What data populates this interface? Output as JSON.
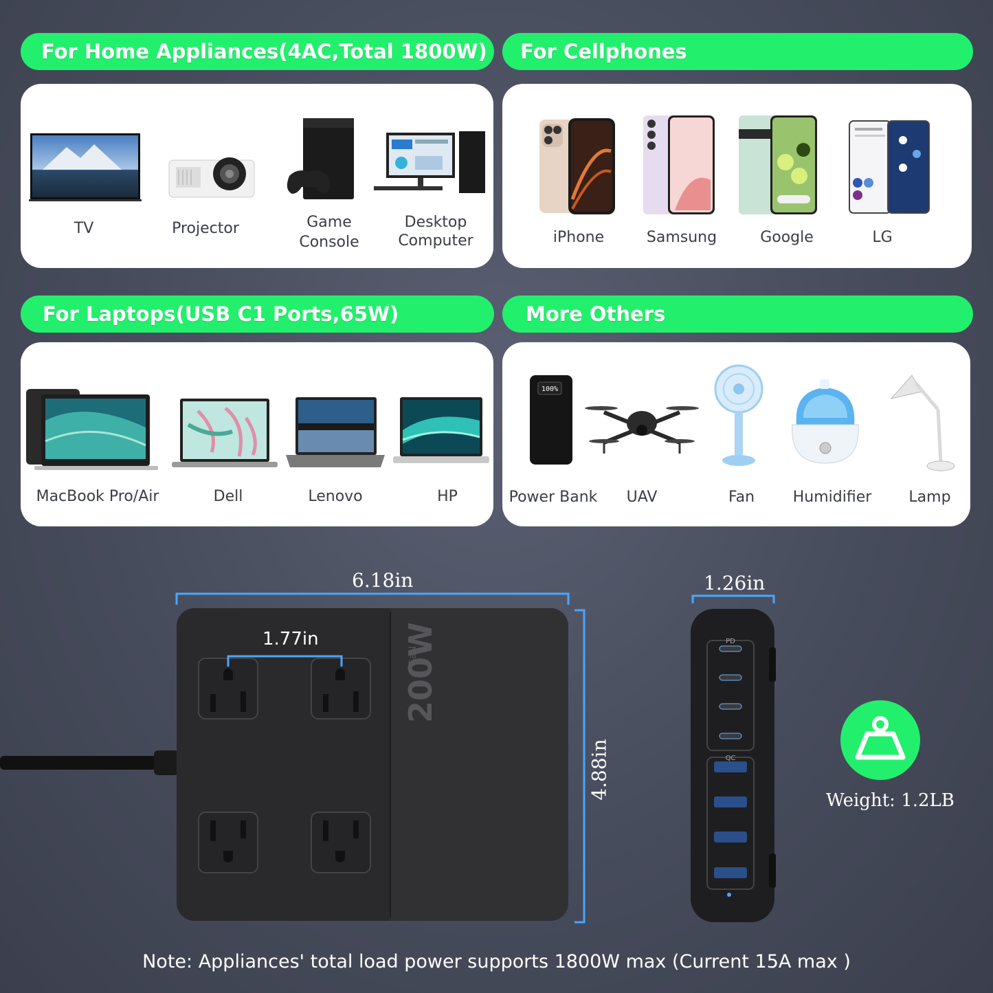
{
  "sections": {
    "home": {
      "title": "For Home Appliances(4AC,Total 1800W)",
      "items": [
        {
          "label": "TV",
          "icon": "tv-icon"
        },
        {
          "label": "Projector",
          "icon": "projector-icon"
        },
        {
          "label": "Game\nConsole",
          "icon": "game-console-icon"
        },
        {
          "label": "Desktop\nComputer",
          "icon": "desktop-computer-icon"
        }
      ]
    },
    "phones": {
      "title": "For Cellphones",
      "items": [
        {
          "label": "iPhone",
          "icon": "iphone-icon"
        },
        {
          "label": "Samsung",
          "icon": "samsung-phone-icon"
        },
        {
          "label": "Google",
          "icon": "google-phone-icon"
        },
        {
          "label": "LG",
          "icon": "lg-phone-icon"
        }
      ]
    },
    "laptops": {
      "title": "For Laptops(USB C1 Ports,65W)",
      "items": [
        {
          "label": "MacBook Pro/Air",
          "icon": "macbook-icon"
        },
        {
          "label": "Dell",
          "icon": "dell-laptop-icon"
        },
        {
          "label": "Lenovo",
          "icon": "lenovo-laptop-icon"
        },
        {
          "label": "HP",
          "icon": "hp-laptop-icon"
        }
      ]
    },
    "others": {
      "title": "More Others",
      "items": [
        {
          "label": "Power Bank",
          "icon": "power-bank-icon"
        },
        {
          "label": "UAV",
          "icon": "drone-icon"
        },
        {
          "label": "Fan",
          "icon": "fan-icon"
        },
        {
          "label": "Humidifier",
          "icon": "humidifier-icon"
        },
        {
          "label": "Lamp",
          "icon": "lamp-icon"
        }
      ]
    }
  },
  "product": {
    "width": "6.18in",
    "outlet_spacing": "1.77in",
    "height": "4.88in",
    "depth": "1.26in",
    "branding_main": "200W",
    "branding_sub": "GaN",
    "pd_label": "PD",
    "qc_label": "QC",
    "power_bank_display": "100%",
    "weight": "Weight: 1.2LB",
    "weight_icon": "weight-icon"
  },
  "note": "Note:  Appliances' total load power supports 1800W max (Current 15A max )",
  "colors": {
    "accent_green": "#22f06d",
    "dimension_blue": "#4aa6ff",
    "background": "#474c5c"
  }
}
